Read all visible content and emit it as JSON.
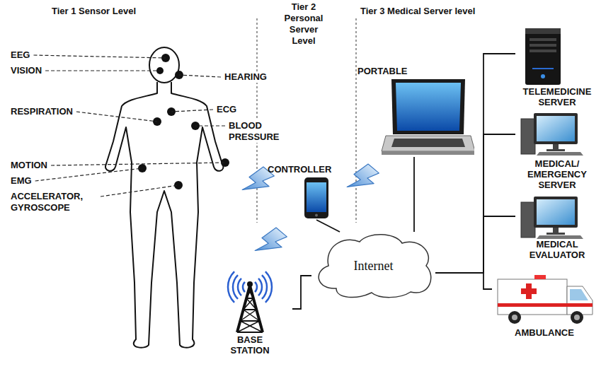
{
  "diagram": {
    "nodes": [
      {
        "text": [
          "PORTABLE"
        ]
      },
      {
        "text": [
          "TELEMEDICINE SERVER"
        ]
      },
      {
        "text": [
          "CONTROLLER"
        ]
      },
      {
        "text": [
          "MEDICAL/ EMERGENCY SERVER"
        ]
      },
      {
        "text": [
          "MEDICAL EVALUATOR"
        ]
      },
      {
        "text": [
          "Internet"
        ]
      },
      {
        "text": [
          "AMBULANCE"
        ]
      },
      {
        "text": [
          "BASE STATION"
        ]
      }
    ],
    "edges": [
      {
        "from": 2,
        "to": 5,
        "arrow": "none"
      },
      {
        "from": 0,
        "to": 5,
        "arrow": "none"
      },
      {
        "from": 7,
        "to": 5,
        "arrow": "none"
      },
      {
        "from": 5,
        "to": 1,
        "arrow": "none"
      },
      {
        "from": 5,
        "to": 3,
        "arrow": "none"
      },
      {
        "from": 5,
        "to": 4,
        "arrow": "none"
      },
      {
        "from": 5,
        "to": 6,
        "arrow": "none"
      }
    ],
    "labels": [
      "Tier 1 Sensor Level",
      "Tier 2 Personal Server Level",
      "Tier 3 Medical Server level",
      "EEG",
      "VISION",
      "HEARING",
      "RESPIRATION",
      "ECG",
      "BLOOD PRESSURE",
      "MOTION",
      "EMG",
      "ACCELERATOR, GYROSCOPE"
    ]
  }
}
